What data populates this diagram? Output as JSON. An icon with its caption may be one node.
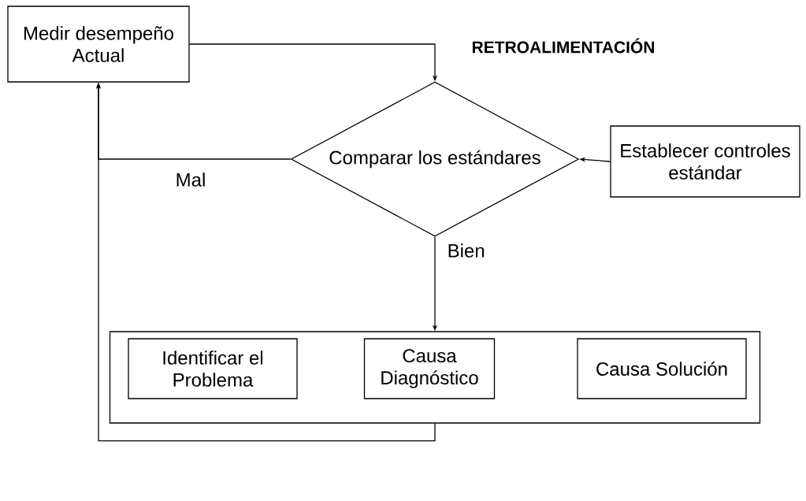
{
  "diagram": {
    "title": "RETROALIMENTACIÓN",
    "nodes": [
      {
        "text": [
          "Medir desempeño Actual"
        ]
      },
      {
        "text": [
          "Comparar los estándares"
        ]
      },
      {
        "text": [
          "Establecer controles estándar"
        ]
      },
      {
        "text": [],
        "shape": "box"
      },
      {
        "text": [
          "Identificar el Problema"
        ],
        "in": 3
      },
      {
        "text": [
          "Causa Diagnóstico"
        ],
        "in": 3
      },
      {
        "text": [
          "Causa Solución"
        ],
        "in": 3
      }
    ],
    "edges": [
      {
        "from": 0,
        "to": 1,
        "arrow": "to"
      },
      {
        "from": 2,
        "to": 1,
        "arrow": "to"
      },
      {
        "from": 1,
        "to": 0,
        "arrow": "to",
        "label": "Mal"
      },
      {
        "from": 1,
        "to": 3,
        "arrow": "to",
        "label": "Bien"
      },
      {
        "from": 3,
        "to": 0,
        "arrow": "to"
      }
    ]
  }
}
